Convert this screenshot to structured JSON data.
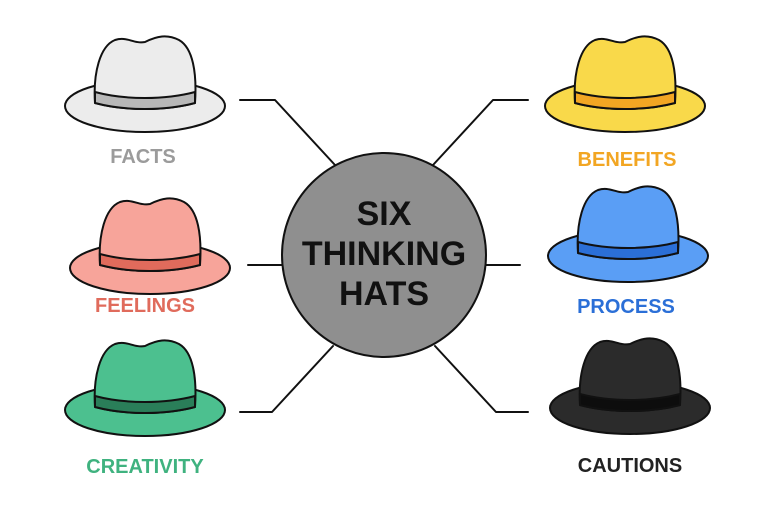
{
  "center": {
    "line1": "SIX",
    "line2": "THINKING",
    "line3": "HATS",
    "fill_color": "#8f8f8f"
  },
  "hats": [
    {
      "label": "FACTS",
      "color": "#ececec",
      "band_color": "#b8b8b8",
      "label_color": "#9b9b9b"
    },
    {
      "label": "FEELINGS",
      "color": "#f7a49a",
      "band_color": "#e06b5c",
      "label_color": "#e06b5c"
    },
    {
      "label": "CREATIVITY",
      "color": "#4cc08f",
      "band_color": "#2a7e59",
      "label_color": "#3fb27f"
    },
    {
      "label": "BENEFITS",
      "color": "#f9d94a",
      "band_color": "#f2a623",
      "label_color": "#f2a623"
    },
    {
      "label": "PROCESS",
      "color": "#5a9ef5",
      "band_color": "#2b6fd7",
      "label_color": "#2b6fd7"
    },
    {
      "label": "CAUTIONS",
      "color": "#2b2b2b",
      "band_color": "#0d0d0d",
      "label_color": "#222222"
    }
  ]
}
